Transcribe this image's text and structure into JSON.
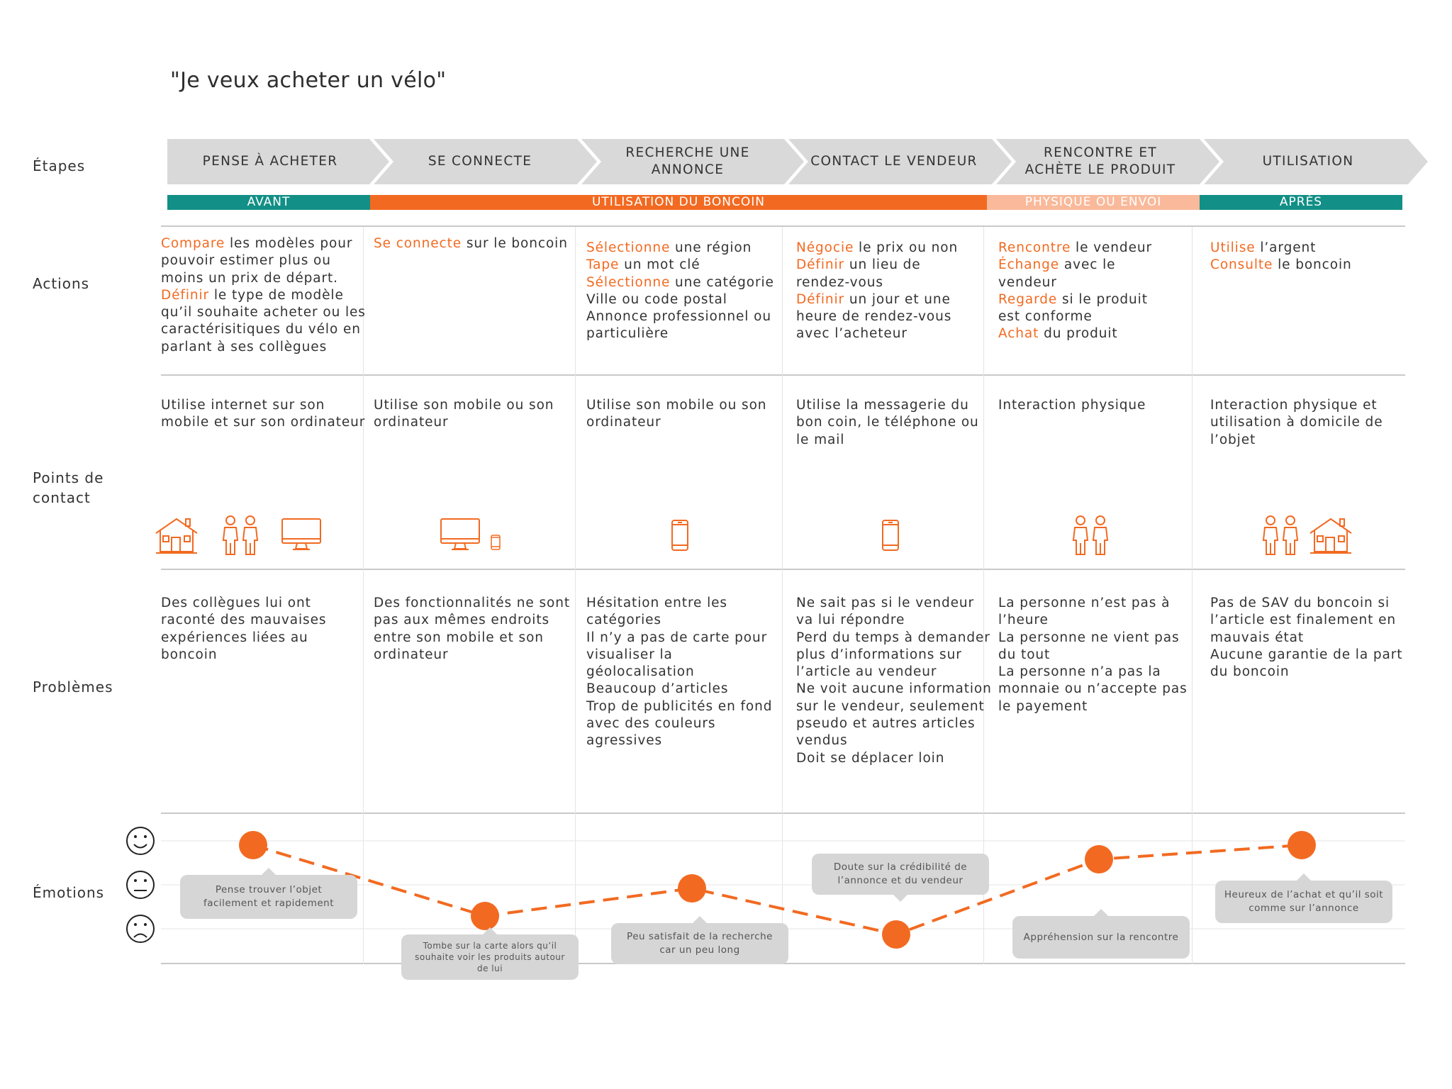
{
  "title": "\"Je veux acheter un vélo\"",
  "row_labels": {
    "etapes": "Étapes",
    "actions": "Actions",
    "points_contact_1": "Points de",
    "points_contact_2": "contact",
    "problemes": "Problèmes",
    "emotions": "Émotions"
  },
  "stages": [
    {
      "line1": "PENSE À ACHETER",
      "line2": ""
    },
    {
      "line1": "SE CONNECTE",
      "line2": ""
    },
    {
      "line1": "RECHERCHE UNE",
      "line2": "ANNONCE"
    },
    {
      "line1": "CONTACT LE VENDEUR",
      "line2": ""
    },
    {
      "line1": "RENCONTRE ET",
      "line2": "ACHÈTE LE PRODUIT"
    },
    {
      "line1": "UTILISATION",
      "line2": ""
    }
  ],
  "phases": [
    {
      "label": "AVANT",
      "color": "#128f86"
    },
    {
      "label": "UTILISATION DU BONCOIN",
      "color": "#f26a21"
    },
    {
      "label": "PHYSIQUE OU ENVOI",
      "color": "#f9b99a"
    },
    {
      "label": "APRÈS",
      "color": "#128f86"
    }
  ],
  "actions": [
    [
      {
        "verb": "Compare",
        "rest": " les modèles pour"
      },
      {
        "verb": "",
        "rest": "pouvoir estimer plus ou"
      },
      {
        "verb": "",
        "rest": "moins un prix de départ."
      },
      {
        "verb": "Définir",
        "rest": " le type de modèle"
      },
      {
        "verb": "",
        "rest": "qu’il souhaite acheter ou les"
      },
      {
        "verb": "",
        "rest": "caractérisitiques du vélo en"
      },
      {
        "verb": "",
        "rest": "parlant à ses collègues"
      }
    ],
    [
      {
        "verb": "Se connecte",
        "rest": " sur le boncoin"
      }
    ],
    [
      {
        "verb": "Sélectionne",
        "rest": " une région"
      },
      {
        "verb": "Tape",
        "rest": " un mot clé"
      },
      {
        "verb": "Sélectionne",
        "rest": " une catégorie"
      },
      {
        "verb": "",
        "rest": "Ville ou code postal"
      },
      {
        "verb": "",
        "rest": "Annonce professionnel ou"
      },
      {
        "verb": "",
        "rest": "particulière"
      }
    ],
    [
      {
        "verb": "Négocie",
        "rest": " le prix ou non"
      },
      {
        "verb": "Définir",
        "rest": " un lieu de"
      },
      {
        "verb": "",
        "rest": "rendez-vous"
      },
      {
        "verb": "Définir",
        "rest": " un jour et une"
      },
      {
        "verb": "",
        "rest": "heure de rendez-vous"
      },
      {
        "verb": "",
        "rest": "avec l’acheteur"
      }
    ],
    [
      {
        "verb": "Rencontre",
        "rest": " le vendeur"
      },
      {
        "verb": "Échange",
        "rest": " avec le"
      },
      {
        "verb": "",
        "rest": "vendeur"
      },
      {
        "verb": "Regarde",
        "rest": " si le produit"
      },
      {
        "verb": "",
        "rest": "est conforme"
      },
      {
        "verb": "Achat",
        "rest": " du produit"
      }
    ],
    [
      {
        "verb": "Utilise",
        "rest": " l’argent"
      },
      {
        "verb": "Consulte",
        "rest": " le boncoin"
      }
    ]
  ],
  "contacts": [
    [
      "Utilise internet sur son",
      "mobile et sur son ordinateur"
    ],
    [
      "Utilise son mobile ou son",
      "ordinateur"
    ],
    [
      "Utilise son mobile ou son",
      "ordinateur"
    ],
    [
      "Utilise la messagerie du",
      "bon coin, le téléphone ou",
      "le mail"
    ],
    [
      "Interaction physique"
    ],
    [
      "Interaction physique et",
      "utilisation à domicile de",
      "l’objet"
    ]
  ],
  "contact_icons": [
    [
      "house-icon",
      "people-icon",
      "desktop-icon"
    ],
    [
      "desktop-icon",
      "mobile-icon"
    ],
    [
      "mobile-icon"
    ],
    [
      "mobile-icon"
    ],
    [
      "people-icon"
    ],
    [
      "people-icon",
      "house-icon"
    ]
  ],
  "problems": [
    [
      "Des collègues lui ont",
      "raconté des mauvaises",
      "expériences liées au",
      "boncoin"
    ],
    [
      "Des fonctionnalités ne sont",
      "pas aux mêmes endroits",
      "entre son mobile et son",
      "ordinateur"
    ],
    [
      "Hésitation entre les",
      "catégories",
      "Il n’y a pas de carte pour",
      "visualiser la",
      "géolocalisation",
      "Beaucoup d’articles",
      "Trop de publicités en fond",
      "avec des couleurs",
      "agressives"
    ],
    [
      "Ne sait pas si le vendeur",
      "va lui répondre",
      "Perd du temps à demander",
      "plus d’informations sur",
      "l’article au vendeur",
      "Ne voit aucune information",
      "sur le vendeur, seulement",
      "pseudo et autres articles",
      "vendus",
      "Doit se déplacer loin"
    ],
    [
      "La personne n’est pas à",
      "l’heure",
      "La personne ne vient pas",
      "du tout",
      "La personne n’a pas la",
      "monnaie ou n’accepte pas",
      "le payement"
    ],
    [
      "Pas de SAV du boncoin si",
      "l’article est finalement en",
      "mauvais état",
      "Aucune garantie de la part",
      "du boncoin"
    ]
  ],
  "emotion_scale": [
    "happy-face-icon",
    "neutral-face-icon",
    "sad-face-icon"
  ],
  "emotions": [
    {
      "level": "happy",
      "note": "Pense trouver l’objet facilement et rapidement"
    },
    {
      "level": "sad",
      "note": "Tombe sur la carte alors qu’il souhaite voir les produits autour de lui"
    },
    {
      "level": "neutral",
      "note": "Peu satisfait de la recherche car un peu long"
    },
    {
      "level": "sad",
      "note": "Doute sur la crédibilité de l’annonce et du vendeur"
    },
    {
      "level": "slightly-happy",
      "note": "Appréhension sur la rencontre"
    },
    {
      "level": "happy",
      "note": "Heureux de l’achat et qu’il soit comme sur l’annonce"
    }
  ],
  "colors": {
    "accent": "#f26a21",
    "teal": "#128f86",
    "light_orange": "#f9b99a",
    "stage_grey": "#d9d9d9",
    "tooltip_grey": "#d6d6d6"
  }
}
